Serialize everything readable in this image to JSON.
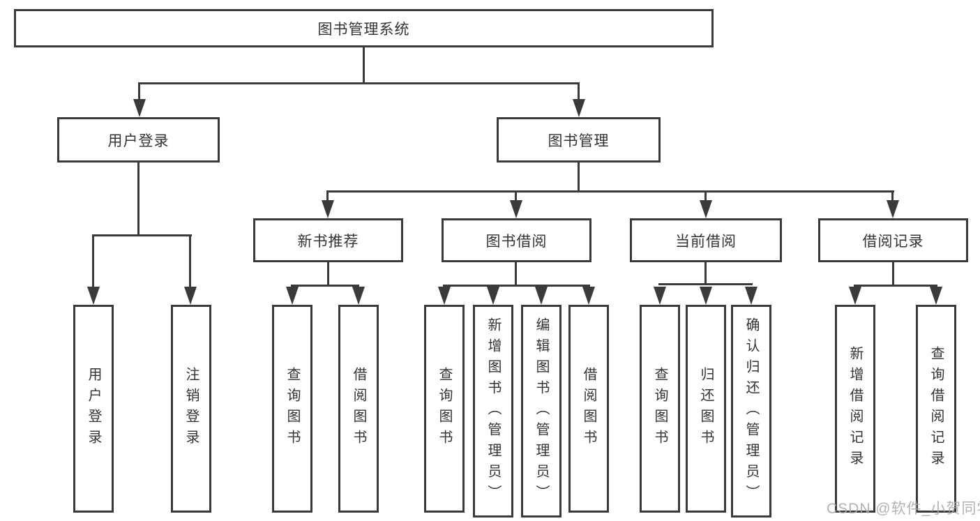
{
  "colors": {
    "line": "#3a3a3a",
    "text": "#333333",
    "background": "#ffffff",
    "watermark": "#aaaaaa"
  },
  "diagram": {
    "root_label": "图书管理系统",
    "branches": [
      {
        "label": "用户登录",
        "children": [
          "用户登录",
          "注销登录"
        ]
      },
      {
        "label": "图书管理",
        "groups": [
          {
            "label": "新书推荐",
            "children": [
              "查询图书",
              "借阅图书"
            ]
          },
          {
            "label": "图书借阅",
            "children": [
              "查询图书",
              "新增图书（管理员）",
              "编辑图书（管理员）",
              "借阅图书"
            ]
          },
          {
            "label": "当前借阅",
            "children": [
              "查询图书",
              "归还图书",
              "确认归还（管理员）"
            ]
          },
          {
            "label": "借阅记录",
            "children": [
              "新增借阅记录",
              "查询借阅记录"
            ]
          }
        ]
      }
    ]
  },
  "watermark": "CSDN @软件_小贺同学"
}
